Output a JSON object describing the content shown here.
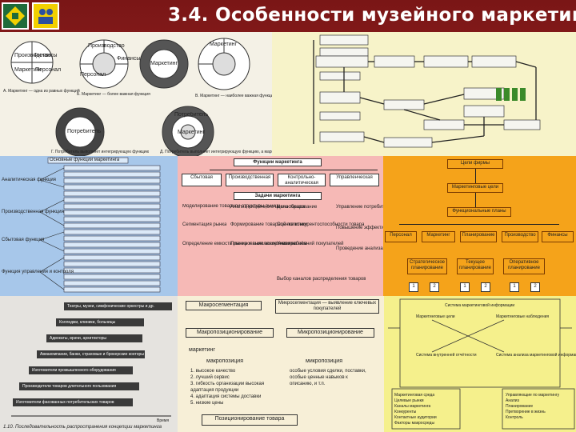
{
  "slide": {
    "title": "3.4. Особенности музейного маркетинга",
    "logos": [
      "emblem-green",
      "emblem-yellow"
    ]
  },
  "p_tl": {
    "circle_labels": [
      "Производство",
      "Финансы",
      "Маркетинг",
      "Персонал",
      "Производство",
      "Финансы",
      "Персонал",
      "Маркетинг",
      "Маркетинг",
      "Потребитель",
      "Потребитель",
      "Маркетинг"
    ],
    "captions": [
      "А. Маркетинг — одна из равных функций",
      "Б. Маркетинг — более важная функция",
      "В. Маркетинг — наиболее важная функция",
      "Г. Потребитель выполняет интегрирующую функцию",
      "Д. Потребитель выполняет интегрирующую функцию, а маркетинг — ..."
    ]
  },
  "p_tr": {
    "diagram": "flowchart"
  },
  "p_ml": {
    "left_labels": [
      "Аналитическая функция",
      "Производственная функция",
      "Сбытовая функция",
      "Функция управления и контроля"
    ],
    "top_label": "Основные функции маркетинга"
  },
  "p_mm": {
    "header": "Функции маркетинга",
    "row1": [
      "Сбытовая",
      "Производственная",
      "Контрольно-аналитическая",
      "Управленческая"
    ],
    "subheader": "Задачи маркетинга",
    "col1": [
      "Моделирование товарной структуры рынка",
      "Сегментация рынка",
      "Определение емкости рынка и выявление ниши на нём"
    ],
    "col2": [
      "Анализ жизненного цикла товара",
      "Формирование товарной политики",
      "Планирование ассортимента"
    ],
    "col3": [
      "Ценообразование",
      "Оценка конкурентоспособности товара",
      "Учет требований покупателей",
      "Выбор каналов распределения товаров"
    ],
    "col4": [
      "Управление потребительским спросом",
      "Повышение эффективности рекламы",
      "Проведение анализа"
    ]
  },
  "p_mr": {
    "top": "Цели фирмы",
    "second": "Маркетинговые цели",
    "third": "Функциональные планы",
    "row": [
      "Персонал",
      "Маркетинг",
      "Планирование",
      "Производство",
      "Финансы"
    ],
    "bottom": [
      "Стратегическое планирование",
      "Текущее планирование",
      "Оперативное планирование"
    ],
    "numbers": [
      "1",
      "2",
      "1",
      "2",
      "1",
      "2"
    ]
  },
  "p_bl": {
    "steps": [
      "Театры, музеи, симфонические оркестры и др.",
      "Колледжи, клиники, больницы",
      "Адвокаты, врачи, архитекторы",
      "Авиакомпании, банки, страховые и брокерские конторы",
      "Изготовители промышленного оборудования",
      "Производители товаров длительного пользования",
      "Изготовители фасованных потребительских товаров"
    ],
    "caption": "1.10. Последовательность распространения концепции маркетинга",
    "time_label": "Время"
  },
  "p_bm": {
    "top_left": "Макросегментация",
    "top_right": "Микросегментация — выявление ключевых покупателей",
    "mid_left": "Макропозиционирование",
    "mid_right": "Микропозиционирование",
    "section": "маркетинг",
    "left_head": "макропозиция",
    "right_head": "микропозиция",
    "left_items": [
      "1. высокое качество",
      "2. лучший сервис",
      "3. гибкость организации высокая",
      "   адаптация продукции",
      "4. адаптация системы доставки",
      "5. низкие цены"
    ],
    "right_items": [
      "особые условия сделки, поставки,",
      "особые ценные навыков к",
      "описанию, и т.п."
    ],
    "bottom": "Позиционирование товара"
  },
  "p_br": {
    "top": "Система маркетинговой информации",
    "left_top": "Маркетинговые цели",
    "right_top": "Маркетинговые наблюдения",
    "left_bottom": "Система внутренней отчётности",
    "right_bottom": "Система анализа маркетинговой информации",
    "left_list": [
      "Маркетинговая среда",
      "Целевые рынки",
      "Каналы маркетинга",
      "Конкуренты",
      "Контактные аудитории",
      "Факторы макросреды"
    ],
    "right_list": [
      "Управляющие по маркетингу",
      "Анализ",
      "Планирование",
      "Претворение в жизнь",
      "Контроль"
    ]
  }
}
